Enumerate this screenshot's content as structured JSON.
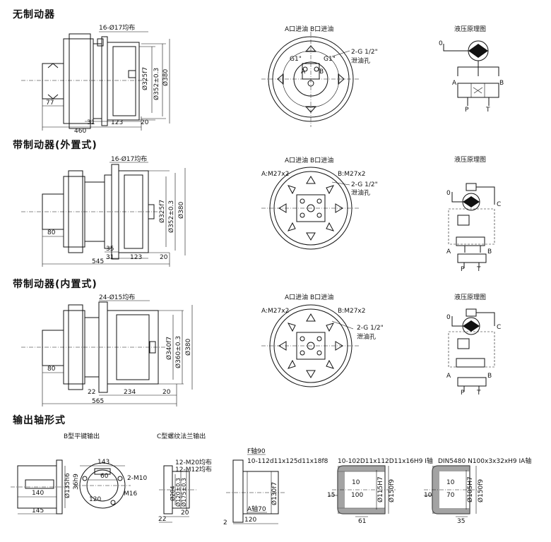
{
  "sections": {
    "s1": "无制动器",
    "s2": "带制动器(外置式)",
    "s3": "带制动器(内置式)",
    "s4": "输出轴形式"
  },
  "row1": {
    "holes": "16-Ø17均布",
    "d1": "Ø325f7",
    "d2": "Ø352±0.3",
    "d3": "Ø380",
    "l77": "77",
    "l31": "31",
    "l123": "123",
    "l20": "20",
    "l460": "460",
    "ports": "A口进油  B口进油",
    "g1a": "G1\"",
    "g1b": "G1\"",
    "pa": "A",
    "pb": "B",
    "drain": "2-G 1/2\"",
    "drain_cn": "泄油孔",
    "hyd_title": "液压原理图",
    "h0": "0",
    "hA": "A",
    "hB": "B",
    "hP": "P",
    "hT": "T"
  },
  "row2": {
    "holes": "16-Ø17均布",
    "d1": "Ø325f7",
    "d2": "Ø352±0.3",
    "d3": "Ø380",
    "l80": "80",
    "l35": "35",
    "l31": "31",
    "l123": "123",
    "l20": "20",
    "l545": "545",
    "ports": "A口进油  B口进油",
    "ma": "A:M27x2",
    "mb": "B:M27x2",
    "drain": "2-G 1/2\"",
    "drain_cn": "泄油孔",
    "hyd_title": "液压原理图",
    "h0": "0",
    "hC": "C",
    "hA": "A",
    "hB": "B",
    "hP": "P",
    "hT": "T"
  },
  "row3": {
    "holes": "24-Ø15均布",
    "d1": "Ø340f7",
    "d2": "Ø360±0.3",
    "d3": "Ø380",
    "l80": "80",
    "l22": "22",
    "l234": "234",
    "l20": "20",
    "l565": "565",
    "ports": "A口进油  B口进油",
    "ma": "A:M27x2",
    "mb": "B:M27x2",
    "drain": "2-G 1/2\"",
    "drain_cn": "泄油孔",
    "hyd_title": "液压原理图",
    "h0": "0",
    "hC": "C",
    "hA": "A",
    "hB": "B",
    "hP": "P",
    "hT": "T"
  },
  "shafts": {
    "b_title": "B型平键输出",
    "c_title": "C型螺纹法兰输出",
    "b_d": "Ø135h6",
    "b_140": "140",
    "b_145": "145",
    "b_143": "143",
    "b_60": "60",
    "b_36": "36h9",
    "b_120": "120",
    "b_m10": "2-M10",
    "b_m16": "M16",
    "c_m20": "12-M20均布",
    "c_m12": "12-M12均布",
    "c_d1": "Ø120±0.3",
    "c_d2": "Ø175±0.3",
    "c_d3": "Ø204",
    "c_20": "20",
    "c_22": "22",
    "f_title": "F轴90",
    "f_spline": "10-112d11x125d11x18f8",
    "f_d": "Ø130f7",
    "f_a": "A轴70",
    "f_120": "120",
    "f_2": "2",
    "i_title": "10-102D11x112D11x16H9  I轴",
    "i_10": "10",
    "i_100": "100",
    "i_15": "15",
    "i_d1": "Ø115H7",
    "i_d2": "Ø150f9",
    "i_61": "61",
    "ia_title": "DIN5480 N100x3x32xH9  IA轴",
    "ia_10a": "10",
    "ia_70": "70",
    "ia_10b": "10",
    "ia_d1": "Ø105H7",
    "ia_d2": "Ø150f9",
    "ia_35": "35"
  }
}
